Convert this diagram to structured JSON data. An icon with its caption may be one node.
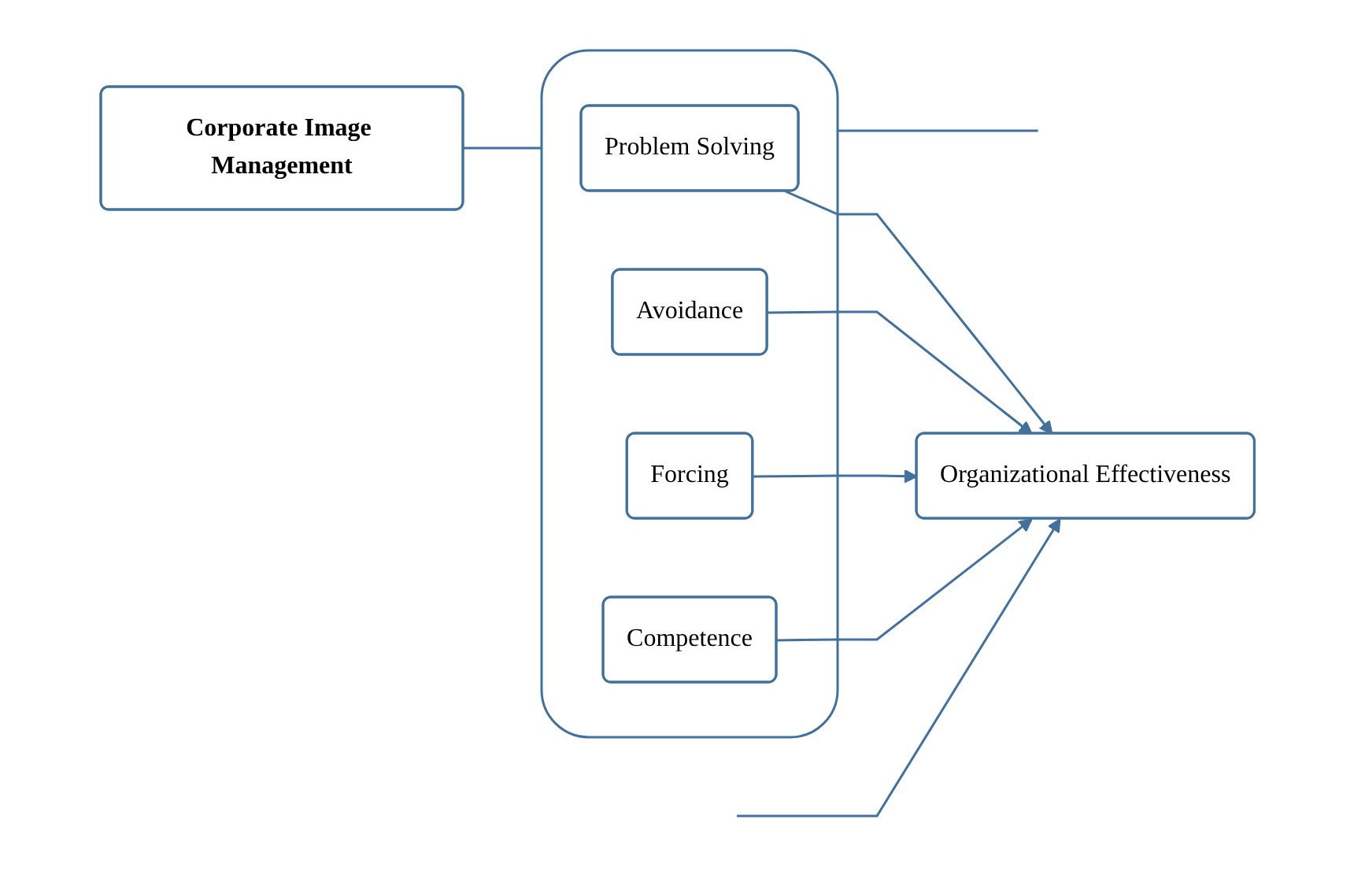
{
  "diagram": {
    "nodes": [
      {
        "text": [
          "Corporate Image Management"
        ]
      },
      {
        "text": [],
        "shape": "box"
      },
      {
        "text": [
          "Problem Solving"
        ],
        "in": 1
      },
      {
        "text": [
          "Avoidance"
        ],
        "in": 1
      },
      {
        "text": [
          "Forcing"
        ],
        "in": 1
      },
      {
        "text": [
          "Competence"
        ],
        "in": 1
      },
      {
        "text": [
          "Organizational Effectiveness"
        ]
      }
    ],
    "edges": [
      {
        "from": 0,
        "to": 1,
        "arrow": "none"
      },
      {
        "from": 2,
        "to": 6,
        "arrow": "to"
      },
      {
        "from": 3,
        "to": 6,
        "arrow": "to"
      },
      {
        "from": 4,
        "to": 6,
        "arrow": "to"
      },
      {
        "from": 5,
        "to": 6,
        "arrow": "to"
      },
      {
        "from": 1,
        "to": null,
        "arrow": "none"
      },
      {
        "from": null,
        "to": 6,
        "arrow": "to"
      }
    ]
  }
}
